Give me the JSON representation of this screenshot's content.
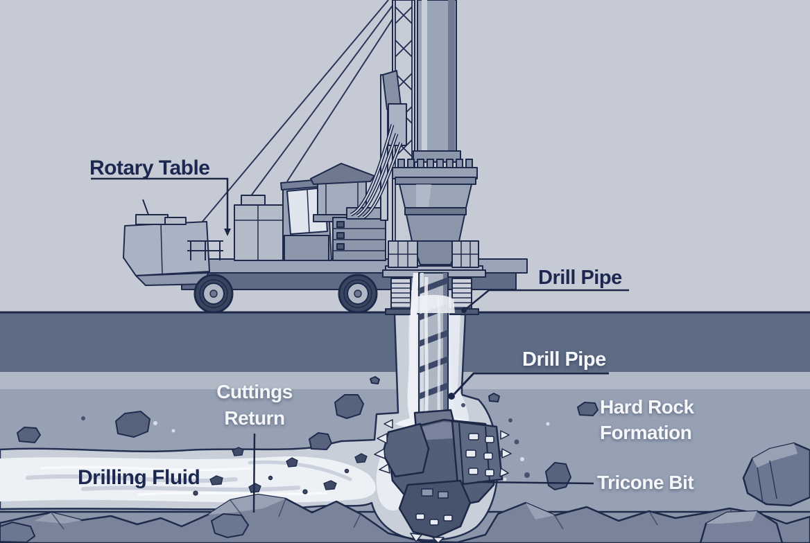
{
  "diagram": {
    "labels": {
      "rotary_table": "Rotary Table",
      "drill_pipe_surface": "Drill Pipe",
      "drill_pipe_downhole": "Drill Pipe",
      "cuttings_return": {
        "line1": "Cuttings",
        "line2": "Return"
      },
      "drilling_fluid": "Drilling Fluid",
      "hard_rock_formation": {
        "line1": "Hard Rock",
        "line2": "Formation"
      },
      "tricone_bit": "Tricone Bit"
    },
    "colors": {
      "sky": "#c6cad4",
      "outline_navy": "#1e2a4c",
      "label_navy": "#1c2850",
      "label_white": "#f5f7fa",
      "soil_dark_band": "#5e6b85",
      "soil_light_band": "#b2b9c6",
      "rock_formation": "#97a1b4",
      "bottom_rock_zone": "#8b95a9",
      "drilling_fluid_white": "#edeff4",
      "machine_light": "#b3bac8",
      "machine_mid": "#98a2b5",
      "machine_dark": "#6e7990",
      "bit_body": "#525d78"
    }
  }
}
